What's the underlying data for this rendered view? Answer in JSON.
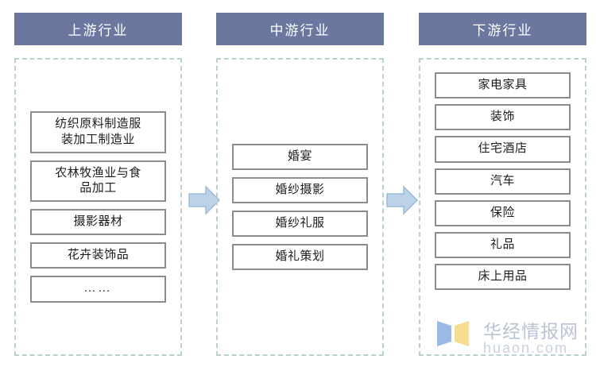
{
  "columns": [
    {
      "header": "上游行业",
      "items": [
        "纺织原料制造服\n装加工制造业",
        "农林牧渔业与食\n品加工",
        "摄影器材",
        "花卉装饰品",
        "……"
      ]
    },
    {
      "header": "中游行业",
      "items": [
        "婚宴",
        "婚纱摄影",
        "婚纱礼服",
        "婚礼策划"
      ]
    },
    {
      "header": "下游行业",
      "items": [
        "家电家具",
        "装饰",
        "住宅酒店",
        "汽车",
        "保险",
        "礼品",
        "床上用品"
      ]
    }
  ],
  "arrows": [
    {
      "name": "arrow-upstream-to-midstream"
    },
    {
      "name": "arrow-midstream-to-downstream"
    }
  ],
  "watermark": {
    "brand": "华经情报网",
    "url": "huaon.com"
  },
  "colors": {
    "header_fill": "#6b779f",
    "header_text": "#ffffff",
    "dashed_border": "#b9d2cf",
    "node_border": "#8c8c8c",
    "node_fill": "#ffffff",
    "arrow_fill": "#bcd2e8",
    "arrow_stroke": "#9dbbd6",
    "watermark_text": "#b8c3d3",
    "logo_blue": "#7aa3dc",
    "logo_yellow": "#f2d574"
  }
}
